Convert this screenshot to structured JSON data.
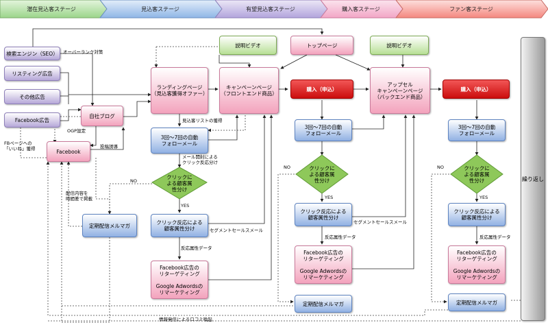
{
  "stages": [
    {
      "id": "s1",
      "label": "潜在見込客ステージ",
      "color": "#9bd58a"
    },
    {
      "id": "s2",
      "label": "見込客ステージ",
      "color": "#8fb6e6"
    },
    {
      "id": "s3",
      "label": "有望見込客ステージ",
      "color": "#b2a4dc"
    },
    {
      "id": "s4",
      "label": "購入客ステージ",
      "color": "#f2a6c6"
    },
    {
      "id": "s5",
      "label": "ファン客ステージ",
      "color": "#f4877f"
    }
  ],
  "nodes": {
    "seo": "検索エンジン（SEO）",
    "listing": "リスティング広告",
    "other_ads": "その他広告",
    "fb_ads": "Facebook広告",
    "blog": "自社ブログ",
    "facebook": "Facebook",
    "landing": "ランディングページ\n（見込客獲得オファー）",
    "video1": "説明ビデオ",
    "campaign": "キャンペーンページ\n（フロントエンド商品）",
    "toppage": "トップページ",
    "video2": "説明ビデオ",
    "upsell": "アップセル\nキャンペーンページ\n（バックエンド商品）",
    "buy1": "購入（申込）",
    "buy2": "購入（申込）",
    "auto1": "3回～7回の自動\nフォローメール",
    "auto2": "3回～7回の自動\nフォローメール",
    "auto3": "3回～7回の自動\nフォローメール",
    "decision1": "クリックに\nよる顧客属\n性分け",
    "decision2": "クリックに\nよる顧客属\n性分け",
    "decision3": "クリックに\nよる顧客属\n性分け",
    "segment1": "クリック反応による\n顧客属性分け",
    "segment2": "クリック反応による\n顧客属性分け",
    "segment3": "クリック反応による\n顧客属性分け",
    "retarget1": "Facebook広告の\nリターゲティング\n\nGoogle Adwordsの\nリマーケティング",
    "retarget2": "Facebook広告の\nリターゲティング\n\nGoogle Adwordsの\nリマーケティング",
    "retarget3": "Facebook広告の\nリターゲティング\n\nGoogle Adwordsの\nリマーケティング",
    "magazine1": "定期配信メルマガ",
    "magazine2": "定期配信メルマガ",
    "magazine3": "定期配信メルマガ",
    "repeat": "繰り返し"
  },
  "labels": {
    "overrank": "オーバーランク対策",
    "ogp": "OGP設定",
    "fbpage": "FBページへの\n「いいね」獲得",
    "toukou": "投稿誘導",
    "listget": "見込客リストの獲得",
    "mail_click": "メール開封による\nクリック反応分け",
    "no1": "NO",
    "no2": "NO",
    "no3": "NO",
    "yes1": "YES",
    "yes2": "YES",
    "yes3": "YES",
    "haishin": "配信内容を\n時間差で掲載",
    "segmail1": "セグメントセールスメール",
    "segmail2": "セグメントセールスメール",
    "hannou1": "反応属性データ",
    "hannou2": "反応属性データ",
    "hannou3": "反応属性データ",
    "kuchikomi": "情報発信による口コミ喚起"
  }
}
